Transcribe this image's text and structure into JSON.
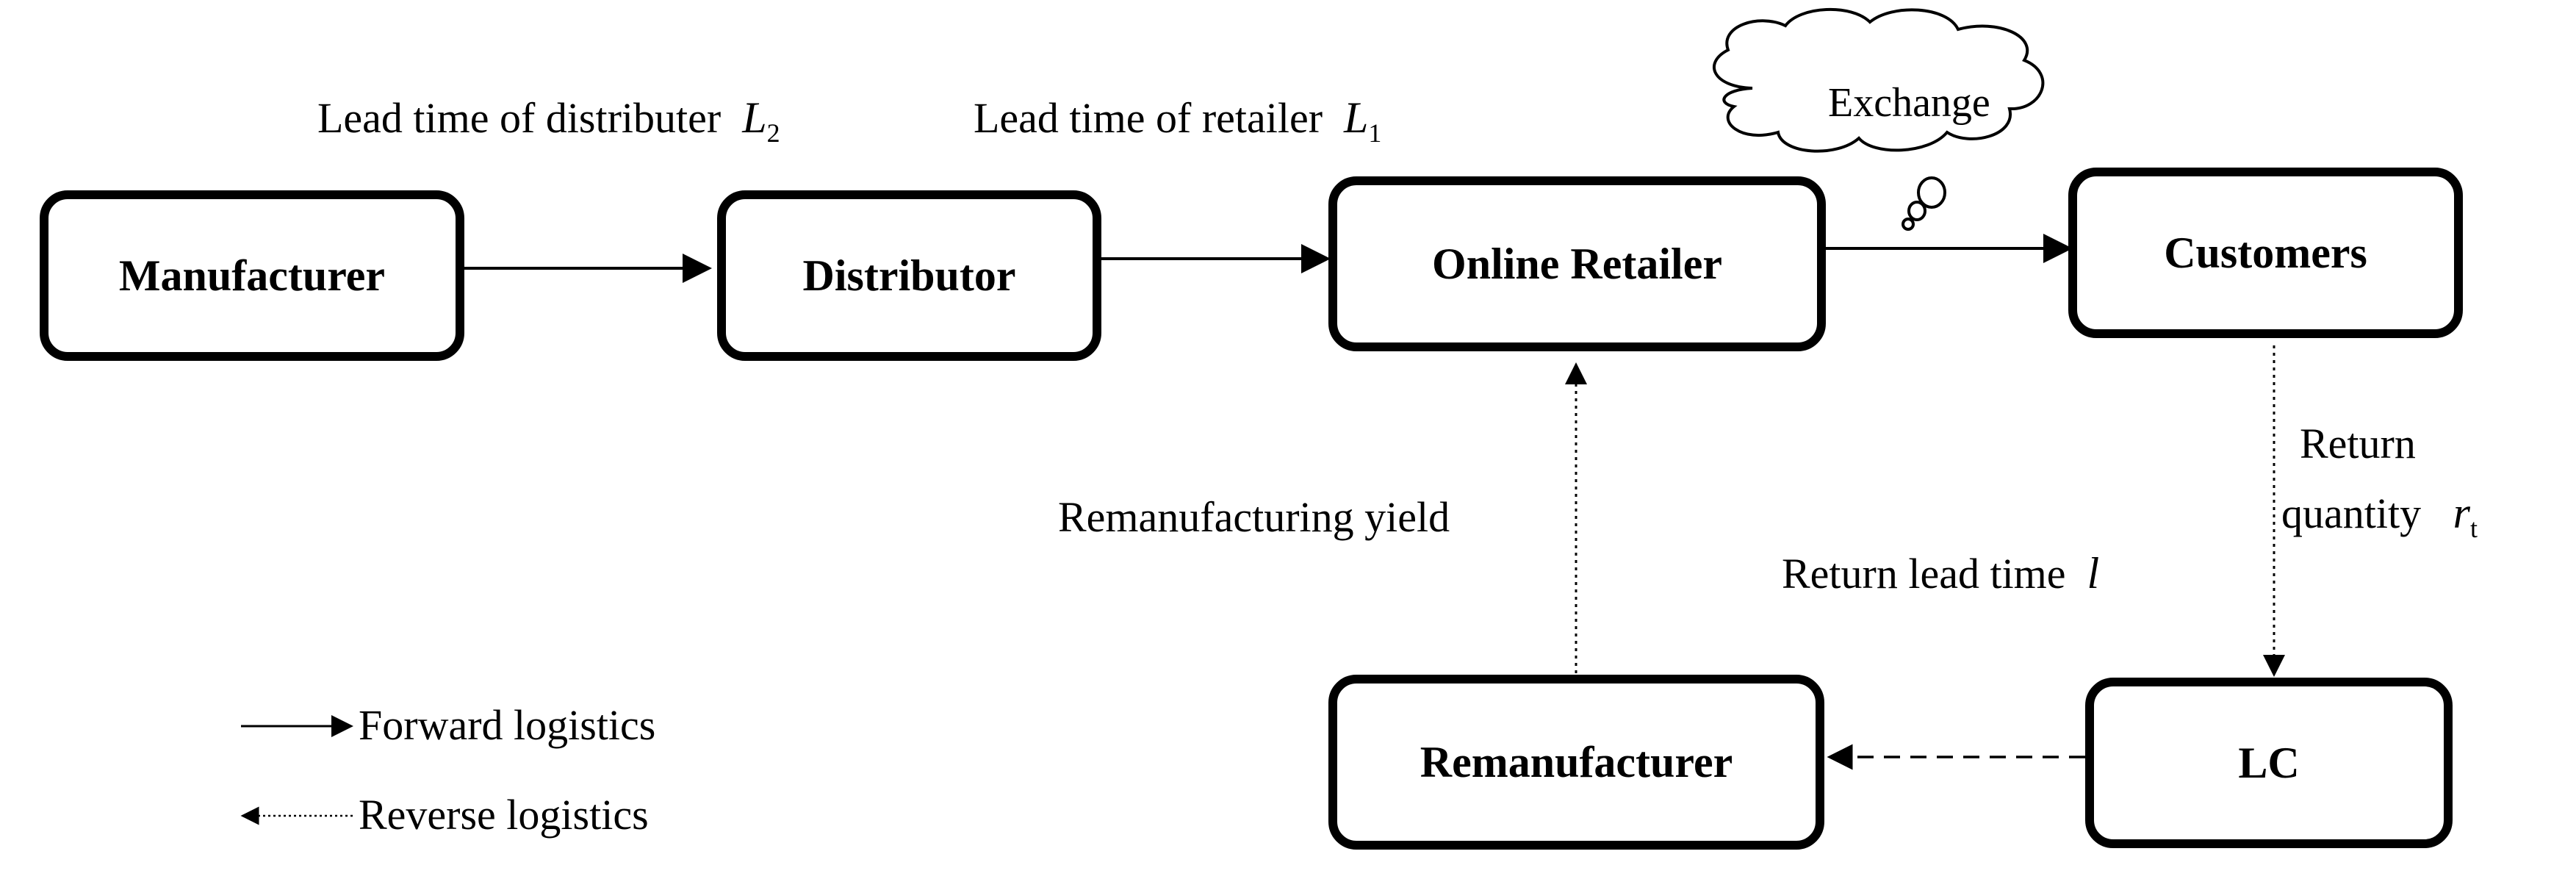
{
  "nodes": {
    "manufacturer": "Manufacturer",
    "distributor": "Distributor",
    "online_retailer": "Online Retailer",
    "customers": "Customers",
    "remanufacturer": "Remanufacturer",
    "lc": "LC"
  },
  "edge_labels": {
    "lead_time_distributer": "Lead time of distributer",
    "lead_time_distributer_symbol": "L",
    "lead_time_distributer_subscript": "2",
    "lead_time_retailer": "Lead time of retailer",
    "lead_time_retailer_symbol": "L",
    "lead_time_retailer_subscript": "1",
    "exchange": "Exchange",
    "return_line1": "Return",
    "return_line2": "quantity",
    "return_symbol": "r",
    "return_subscript": "t",
    "return_lead_time": "Return lead time",
    "return_lead_time_symbol": "l",
    "remanufacturing_yield": "Remanufacturing yield"
  },
  "legend": {
    "forward": "Forward logistics",
    "reverse": "Reverse logistics"
  }
}
